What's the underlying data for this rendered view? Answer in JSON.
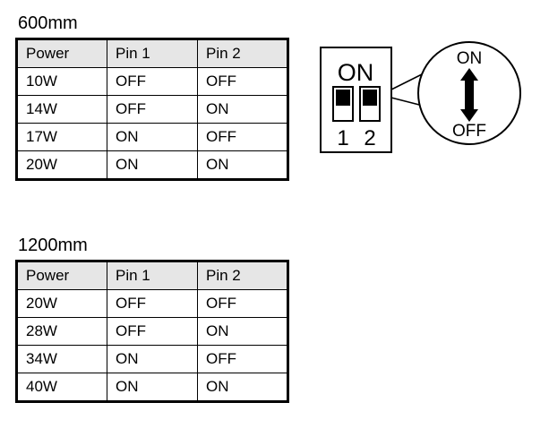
{
  "tables": [
    {
      "title": "600mm",
      "columns": [
        "Power",
        "Pin 1",
        "Pin 2"
      ],
      "rows": [
        [
          "10W",
          "OFF",
          "OFF"
        ],
        [
          "14W",
          "OFF",
          "ON"
        ],
        [
          "17W",
          "ON",
          "OFF"
        ],
        [
          "20W",
          "ON",
          "ON"
        ]
      ]
    },
    {
      "title": "1200mm",
      "columns": [
        "Power",
        "Pin 1",
        "Pin 2"
      ],
      "rows": [
        [
          "20W",
          "OFF",
          "OFF"
        ],
        [
          "28W",
          "OFF",
          "ON"
        ],
        [
          "34W",
          "ON",
          "OFF"
        ],
        [
          "40W",
          "ON",
          "ON"
        ]
      ]
    }
  ],
  "dip_switch": {
    "on_label": "ON",
    "switch_numbers": [
      "1",
      "2"
    ],
    "switch_positions": [
      "up",
      "up"
    ],
    "callout": {
      "top_label": "ON",
      "bottom_label": "OFF",
      "arrow": "double-vertical-arrow"
    }
  },
  "colors": {
    "header_fill": "#e6e6e6",
    "line": "#000000",
    "background": "#ffffff"
  }
}
